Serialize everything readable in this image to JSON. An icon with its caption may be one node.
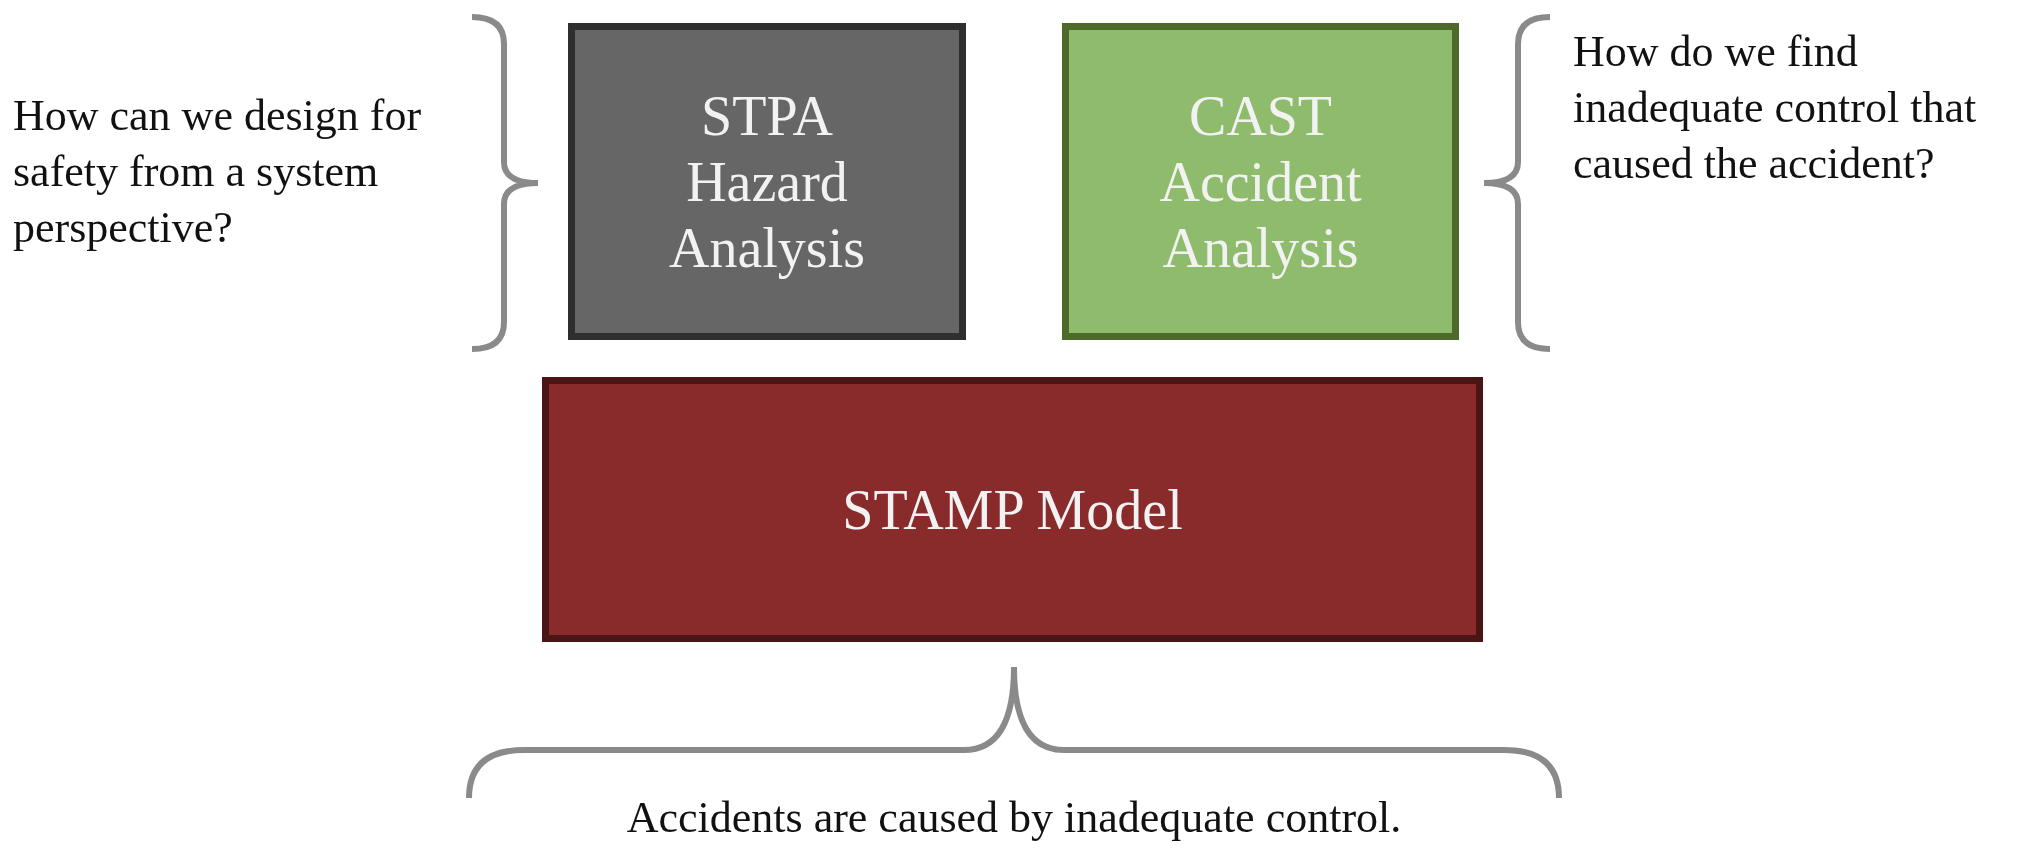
{
  "diagram": {
    "nodes": [
      {
        "text": [
          "STPA Hazard Analysis"
        ]
      },
      {
        "text": [
          "CAST Accident Analysis"
        ]
      },
      {
        "text": [
          "STAMP Model"
        ]
      }
    ],
    "labels": [
      "How can we design for safety from a system perspective?",
      "How do we find inadequate control that caused the accident?",
      "Accidents are caused by inadequate control."
    ]
  }
}
